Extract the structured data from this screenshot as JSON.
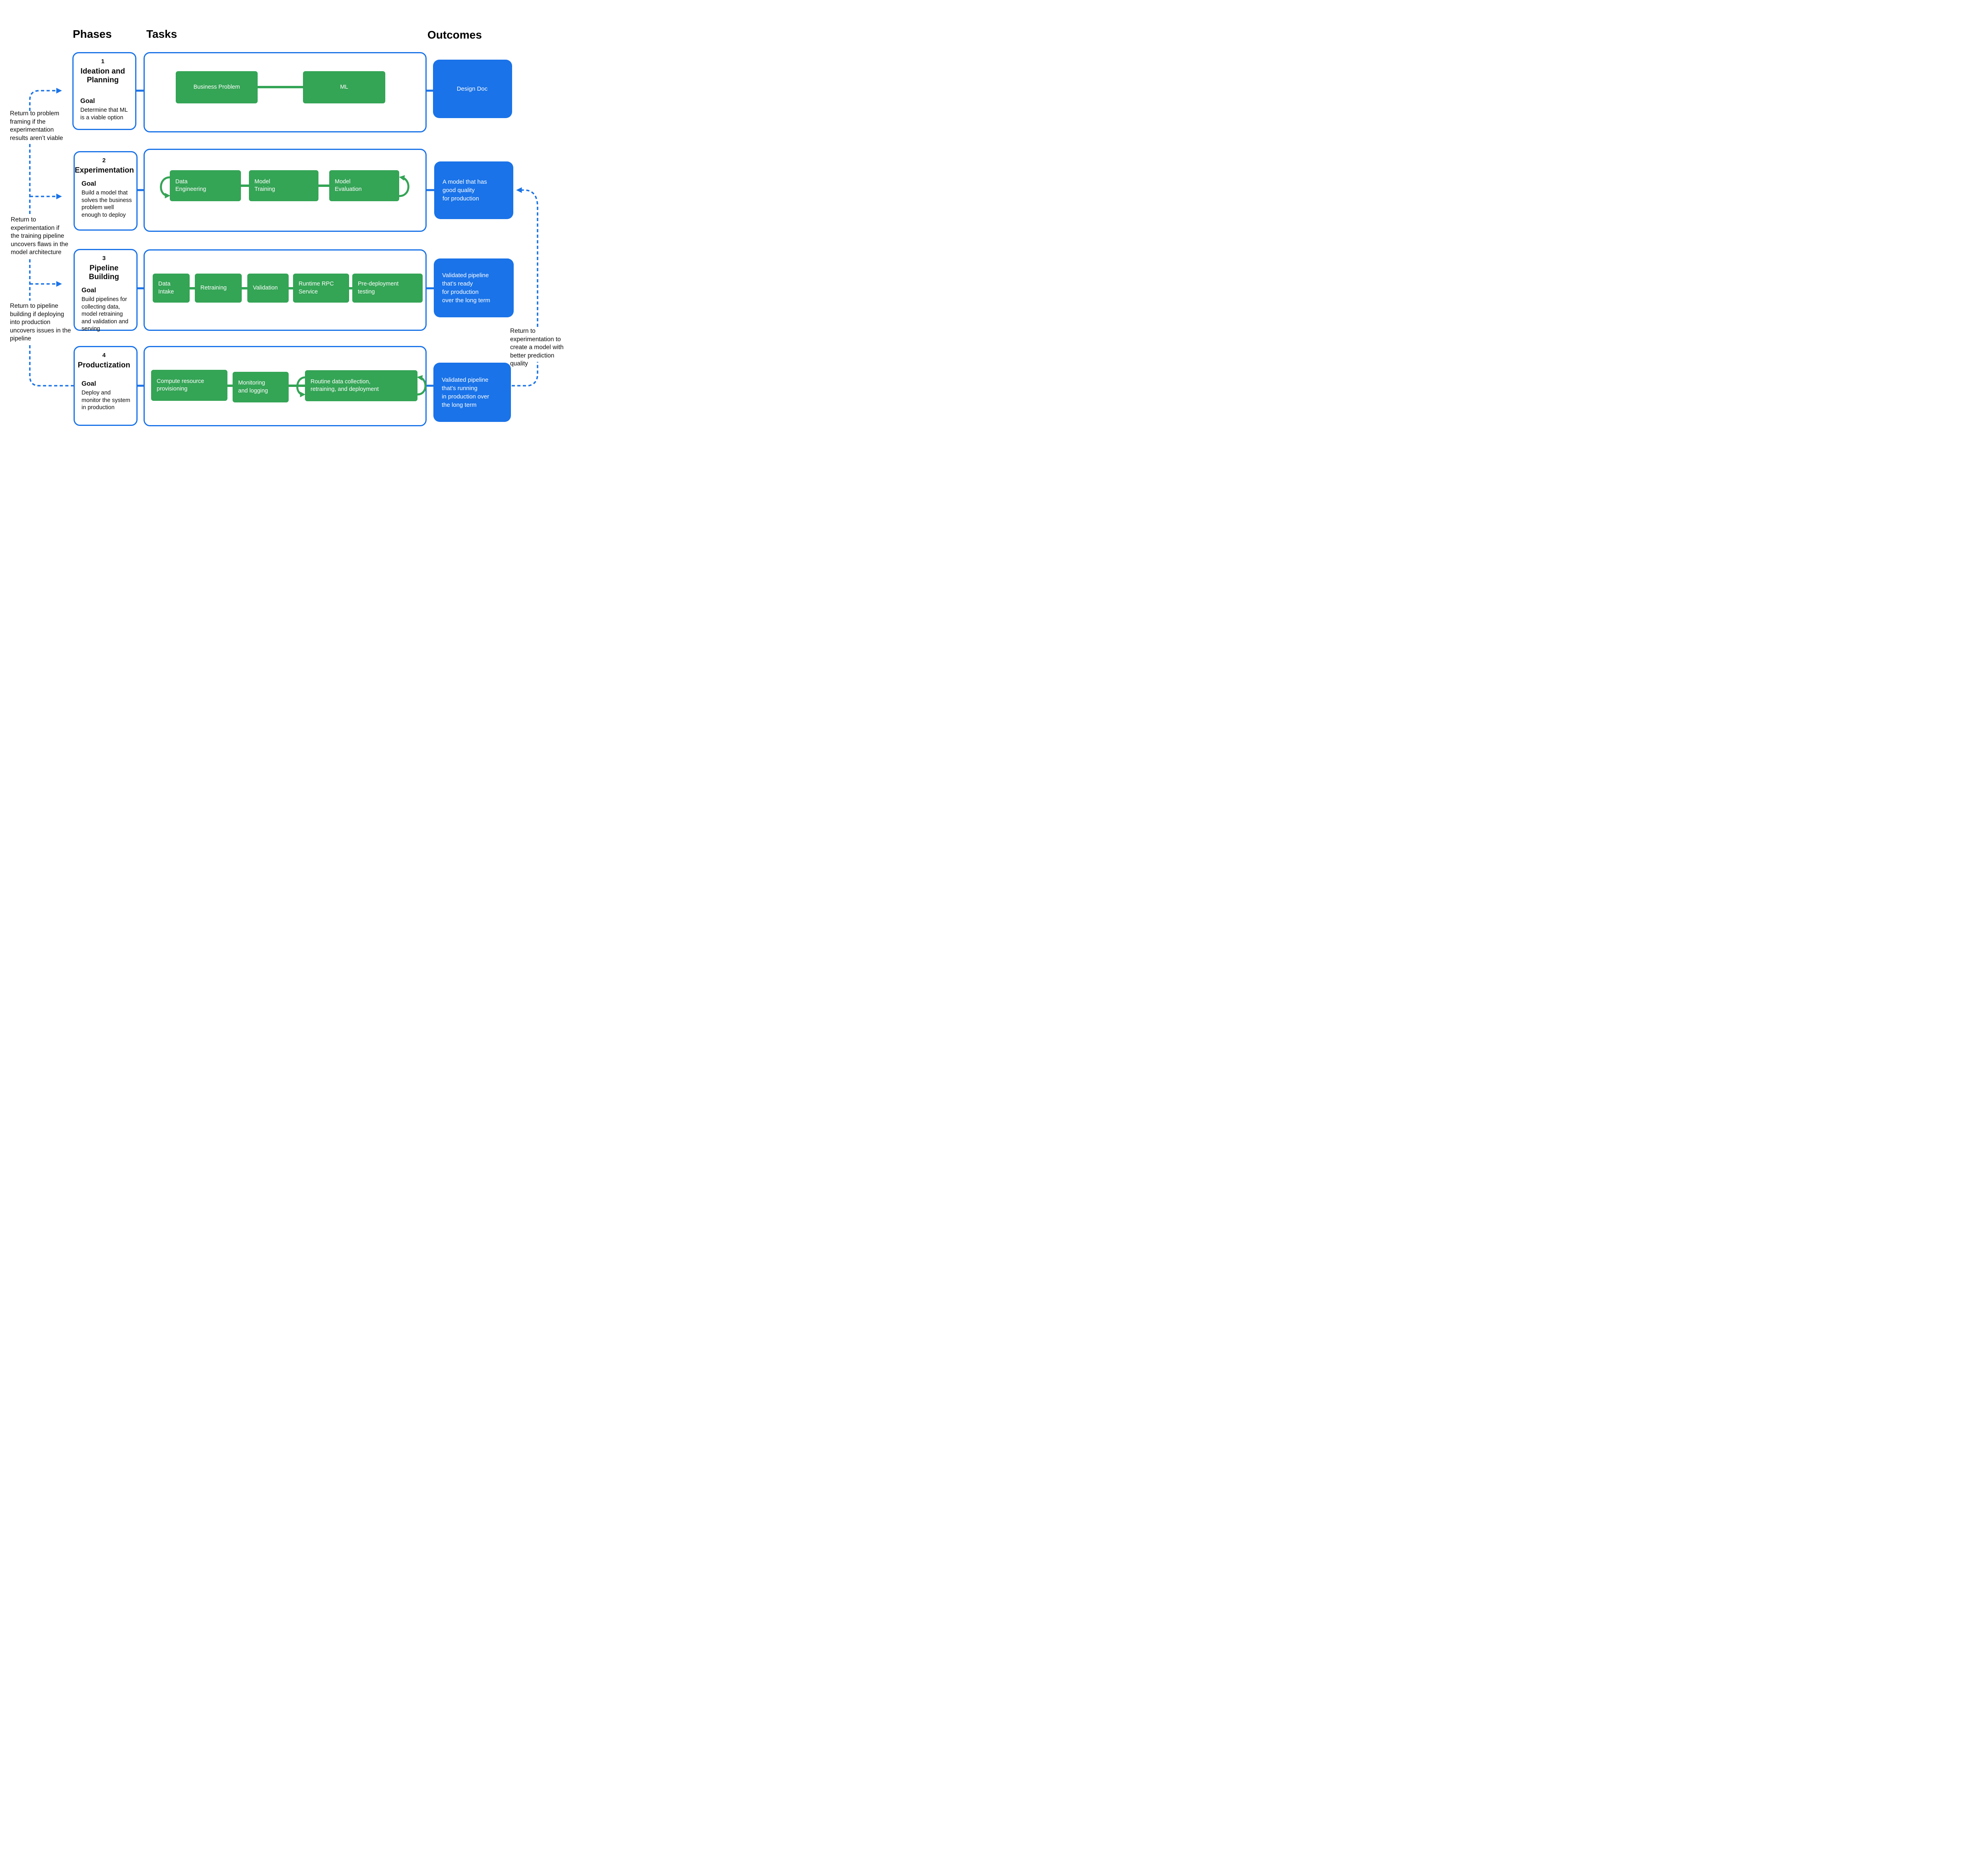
{
  "colors": {
    "green": "#34A455",
    "blue": "#1A73E8",
    "text": "#0b0b0b"
  },
  "headers": {
    "phases": "Phases",
    "tasks": "Tasks",
    "outcomes": "Outcomes"
  },
  "phases": [
    {
      "number": "1",
      "title_lines": [
        "Ideation and",
        "Planning"
      ],
      "goal_label": "Goal",
      "goal_lines": [
        "Determine that ML",
        "is a viable option"
      ]
    },
    {
      "number": "2",
      "title_lines": [
        "Experimentation"
      ],
      "goal_label": "Goal",
      "goal_lines": [
        "Build a model that",
        "solves the business",
        "problem well",
        "enough to deploy"
      ]
    },
    {
      "number": "3",
      "title_lines": [
        "Pipeline Building"
      ],
      "goal_label": "Goal",
      "goal_lines": [
        "Build pipelines for",
        "collecting data,",
        "model retraining",
        "and validation and",
        "serving"
      ]
    },
    {
      "number": "4",
      "title_lines": [
        "Productization"
      ],
      "goal_label": "Goal",
      "goal_lines": [
        "Deploy and",
        "monitor the system",
        "in production"
      ]
    }
  ],
  "tasks": {
    "row1": [
      {
        "lines": [
          "Business Problem"
        ]
      },
      {
        "lines": [
          "ML"
        ]
      }
    ],
    "row2": [
      {
        "lines": [
          "Data",
          "Engineering"
        ]
      },
      {
        "lines": [
          "Model",
          "Training"
        ]
      },
      {
        "lines": [
          "Model",
          "Evaluation"
        ]
      }
    ],
    "row3": [
      {
        "lines": [
          "Data",
          "Intake"
        ]
      },
      {
        "lines": [
          "Retraining"
        ]
      },
      {
        "lines": [
          "Validation"
        ]
      },
      {
        "lines": [
          "Runtime RPC",
          "Service"
        ]
      },
      {
        "lines": [
          "Pre-deployment",
          "testing"
        ]
      }
    ],
    "row4": [
      {
        "lines": [
          "Compute  resource",
          "provisioning"
        ]
      },
      {
        "lines": [
          "Monitoring",
          "and logging"
        ]
      },
      {
        "lines": [
          "Routine data collection,",
          "retraining, and deployment"
        ]
      }
    ]
  },
  "outcomes": [
    {
      "lines": [
        "Design Doc"
      ]
    },
    {
      "lines": [
        "A model that has",
        "good quality",
        "for production"
      ]
    },
    {
      "lines": [
        "Validated pipeline",
        "that’s ready",
        "for production",
        "over the long term"
      ]
    },
    {
      "lines": [
        "Validated pipeline",
        "that’s running",
        "in production over",
        "the long term"
      ]
    }
  ],
  "feedback": {
    "left": [
      {
        "lines": [
          "Return to problem",
          "framing if the",
          "experimentation",
          "results aren’t viable"
        ]
      },
      {
        "lines": [
          "Return to",
          "experimentation if",
          "the training pipeline",
          "uncovers flaws in the",
          "model architecture"
        ]
      },
      {
        "lines": [
          "Return to pipeline",
          "building if deploying",
          "into production",
          "uncovers issues in the",
          "pipeline"
        ]
      }
    ],
    "right": {
      "lines": [
        "Return to",
        "experimentation to",
        "create a model with",
        "better prediction",
        "quality"
      ]
    }
  }
}
